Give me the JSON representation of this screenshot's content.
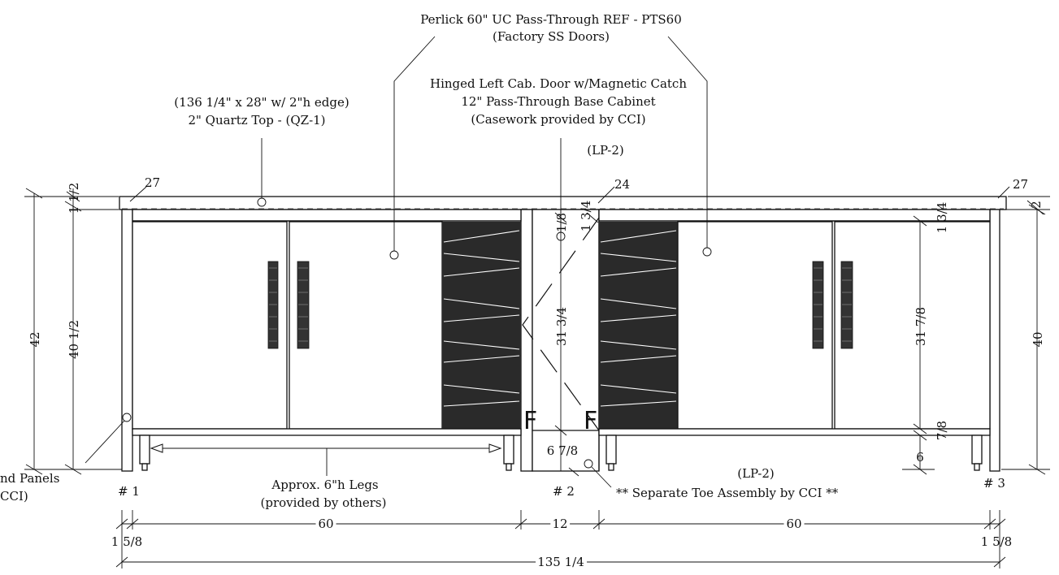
{
  "colors": {
    "line": "#111111",
    "background": "#ffffff",
    "vent": "#2a2a2a"
  },
  "notes": {
    "ref_unit_line1": "Perlick 60\" UC Pass-Through REF - PTS60",
    "ref_unit_line2": "(Factory SS Doors)",
    "top_line1": "(136 1/4\" x 28\" w/ 2\"h edge)",
    "top_line2": "2\" Quartz Top - (QZ-1)",
    "cab_line1": "Hinged Left Cab. Door w/Magnetic Catch",
    "cab_line2": "12\" Pass-Through Base Cabinet",
    "cab_line3": "(Casework provided by CCI)",
    "cab_line4": "(LP-2)",
    "legs_line1": "Approx. 6\"h Legs",
    "legs_line2": "(provided by others)",
    "toe_note": "** Separate Toe Assembly by CCI **",
    "lp2_right": "(LP-2)",
    "end_panels_line1": "nd Panels",
    "end_panels_line2": "CCI)"
  },
  "panel_tags": {
    "p1": "# 1",
    "p2": "# 2",
    "p3": "# 3"
  },
  "markers": {
    "left": "27",
    "center": "24",
    "right": "27"
  },
  "dimensions": {
    "overall_height": "42",
    "left_panel_height": "40 1/2",
    "top_thickness_left": "1 1/2",
    "top_thickness_right": "2",
    "right_height": "40",
    "cab_gap_top": "1/8",
    "cab_top_reveal": "1 3/4",
    "cab_height": "31 3/4",
    "cab_toe": "6 7/8",
    "unit_reveal_right": "1 3/4",
    "unit_door_height": "31 7/8",
    "unit_bottom_reveal": "7/8",
    "unit_leg": "6",
    "run_left": "60",
    "run_center": "12",
    "run_right": "60",
    "end_left": "1 5/8",
    "end_right": "1 5/8",
    "overall_width": "135 1/4"
  },
  "flags": {
    "left": "F",
    "right": "F"
  }
}
